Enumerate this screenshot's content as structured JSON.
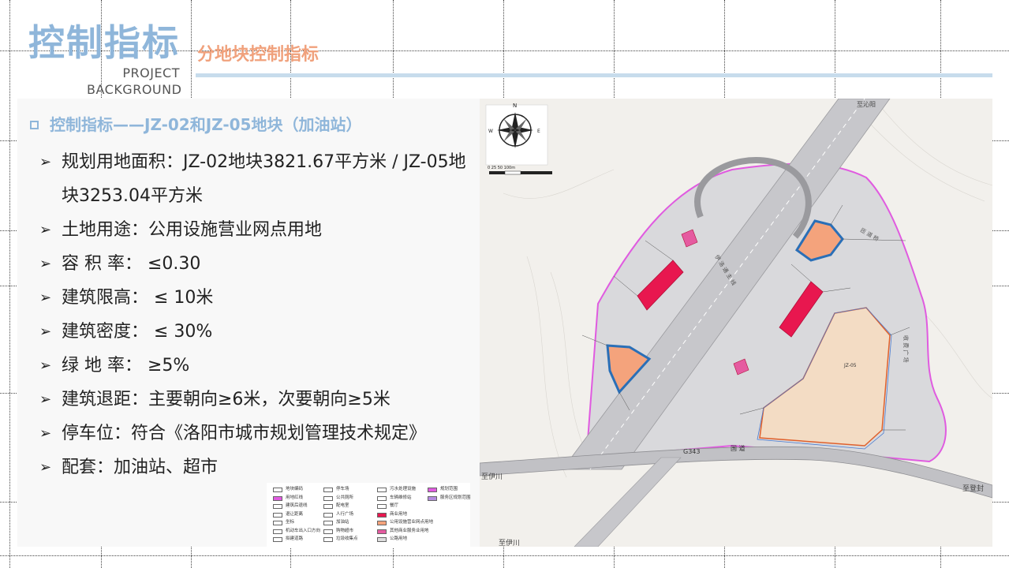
{
  "header": {
    "title": "控制指标",
    "title_en_line1": "PROJECT",
    "title_en_line2": "BACKGROUND",
    "subtitle": "分地块控制指标"
  },
  "section": {
    "heading": "控制指标——JZ-02和JZ-05地块（加油站）"
  },
  "bullets": [
    "规划用地面积：JZ-02地块3821.67平方米 / JZ-05地块3253.04平方米",
    "土地用途：公用设施营业网点用地",
    "容 积 率： ≤0.30",
    "建筑限高：  ≤ 10米",
    "建筑密度：   ≤  30%",
    "绿 地 率： ≥5%",
    "建筑退距：主要朝向≥6米，次要朝向≥5米",
    "停车位：符合《洛阳市城市规划管理技术规定》",
    "配套：加油站、超市"
  ],
  "map": {
    "compass_n": "N",
    "compass_e": "E",
    "compass_w": "W",
    "scale_label": "0   25   50        100m",
    "road_g343": "G343",
    "road_guodao": "国 道",
    "label_top": "至沁阳",
    "label_left_bottom": "至伊川",
    "label_right_bottom": "至登封",
    "label_bottom": "至伊川",
    "road_vertical": "伊 洛 通 主 线",
    "road_right": "收 费 广 场",
    "road_ramp": "匝 道 桥",
    "plot_label": "JZ-05"
  },
  "legend": [
    {
      "label": "地块编码",
      "col": 0
    },
    {
      "label": "用地红线",
      "col": 0
    },
    {
      "label": "建筑后退线",
      "col": 0
    },
    {
      "label": "退让距离",
      "col": 0
    },
    {
      "label": "坐标",
      "col": 0
    },
    {
      "label": "机动车出入口方向",
      "col": 0
    },
    {
      "label": "拟建道路",
      "col": 0
    },
    {
      "label": "停车场",
      "col": 1
    },
    {
      "label": "公共厕所",
      "col": 1
    },
    {
      "label": "配电室",
      "col": 1
    },
    {
      "label": "人行广场",
      "col": 1
    },
    {
      "label": "加油站",
      "col": 1
    },
    {
      "label": "购物超市",
      "col": 1
    },
    {
      "label": "垃圾收集点",
      "col": 1
    },
    {
      "label": "污水处理设施",
      "col": 2
    },
    {
      "label": "车辆维修站",
      "col": 2
    },
    {
      "label": "餐厅",
      "col": 2
    },
    {
      "label": "商业用地",
      "col": 2
    },
    {
      "label": "公用设施营业网点用地",
      "col": 2
    },
    {
      "label": "其他商业服务业用地",
      "col": 2
    },
    {
      "label": "公路用地",
      "col": 2
    },
    {
      "label": "规划范围",
      "col": 3
    },
    {
      "label": "服务区规划范围",
      "col": 3
    }
  ],
  "colors": {
    "title_blue": "#8fb6da",
    "subtitle_orange": "#f0a17c",
    "plot_orange": "#f4a37c",
    "plot_outline": "#2a6fb7",
    "commercial_red": "#e8174f",
    "boundary_magenta": "#e05be0",
    "service_tan": "#f3dcc4"
  }
}
